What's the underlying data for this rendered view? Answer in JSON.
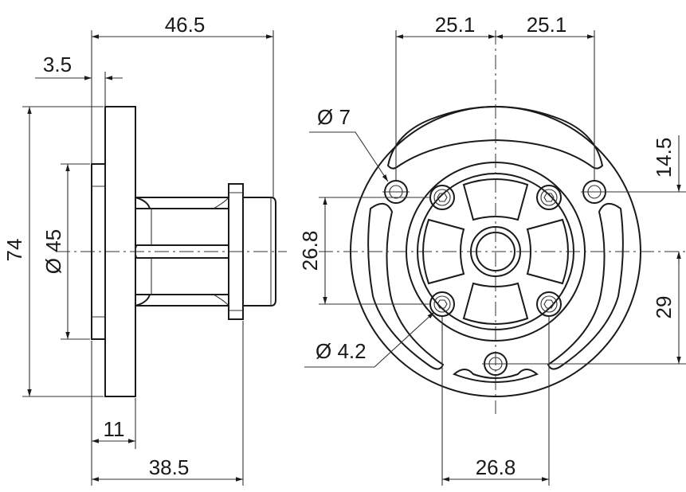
{
  "dimensions": {
    "overall_length": "46.5",
    "flange_thickness": "3.5",
    "overall_diameter": "74",
    "pilot_diameter": "Ø 45",
    "flange_width": "11",
    "body_length": "38.5",
    "hole_spacing_left": "25.1",
    "hole_spacing_right": "25.1",
    "mount_hole_diameter": "Ø 7",
    "hole_offset_top": "14.5",
    "pattern_vertical": "26.8",
    "screw_hole_diameter": "Ø 4.2",
    "hole_offset_bottom": "29",
    "pattern_horizontal": "26.8"
  },
  "colors": {
    "line": "#1a1a1a",
    "background": "#ffffff"
  }
}
